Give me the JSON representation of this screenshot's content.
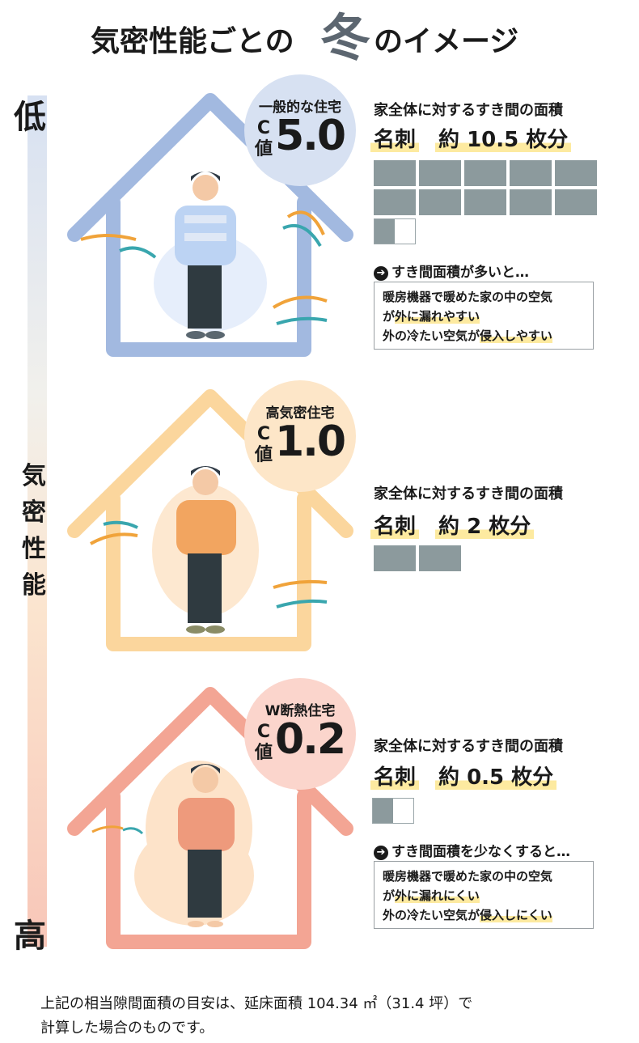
{
  "title": {
    "pre": "気密性能ごとの",
    "emph": "冬",
    "post": "のイメージ"
  },
  "scale": {
    "low": "低",
    "label": [
      "気",
      "密",
      "性",
      "能"
    ],
    "high": "高"
  },
  "houses": [
    {
      "name": "一般的な住宅",
      "c_label": "C値",
      "c_value": "5.0",
      "heading": "家全体に対するすき間の面積",
      "meishi": "名刺",
      "amount": "約 10.5 枚分",
      "note": "すき間面積が多いと…",
      "lines": [
        {
          "pre": "暖房機器で暖めた家の中の空気",
          "mark": ""
        },
        {
          "pre": "が",
          "mark": "外に漏れやすい"
        },
        {
          "pre": "外の冷たい空気が",
          "mark": "侵入しやすい"
        }
      ],
      "colors": {
        "house": "#a2b9e0",
        "badge": "#d7e1f2"
      }
    },
    {
      "name": "高気密住宅",
      "c_label": "C値",
      "c_value": "1.0",
      "heading": "家全体に対するすき間の面積",
      "meishi": "名刺",
      "amount": "約 2 枚分",
      "colors": {
        "house": "#fbd69d",
        "badge": "#fde6c8"
      }
    },
    {
      "name": "W断熱住宅",
      "c_label": "C値",
      "c_value": "0.2",
      "heading": "家全体に対するすき間の面積",
      "meishi": "名刺",
      "amount": "約 0.5 枚分",
      "note": "すき間面積を少なくすると…",
      "lines": [
        {
          "pre": "暖房機器で暖めた家の中の空気",
          "mark": ""
        },
        {
          "pre": "が",
          "mark": "外に漏れにくい"
        },
        {
          "pre": "外の冷たい空気が",
          "mark": "侵入しにくい"
        }
      ],
      "colors": {
        "house": "#f3a594",
        "badge": "#fbd5cc"
      }
    }
  ],
  "footer": {
    "line1": "上記の相当隙間面積の目安は、延床面積 104.34 ㎡（31.4 坪）で",
    "line2": "計算した場合のものです。"
  }
}
